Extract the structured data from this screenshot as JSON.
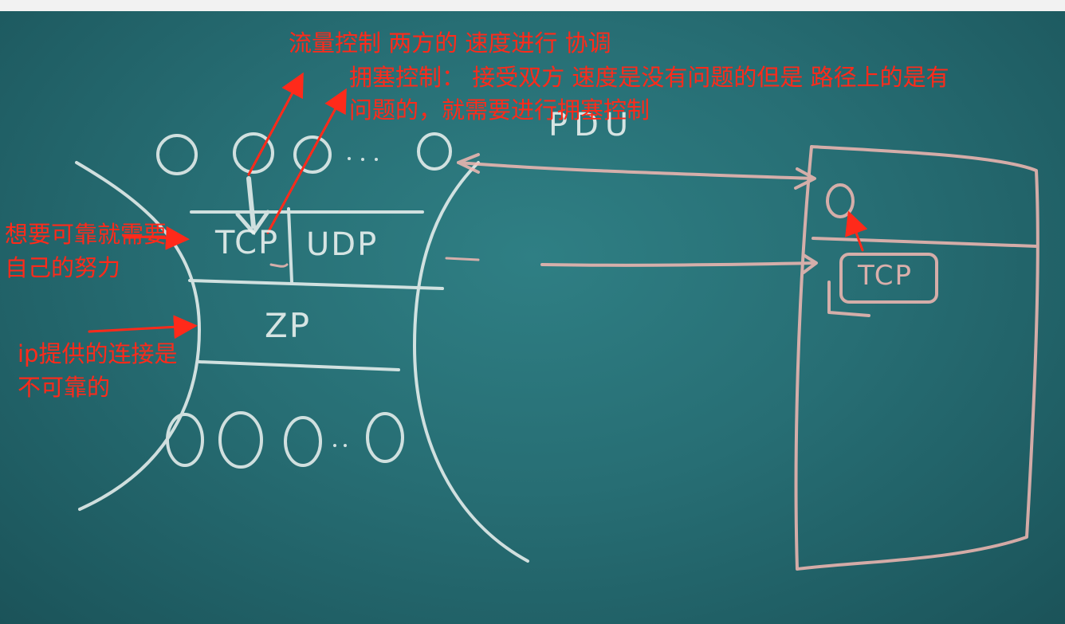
{
  "diagram": {
    "chalk_labels": {
      "tcp": "TCP",
      "udp": "UDP",
      "ip": "ZP",
      "pdu": "PDU",
      "remote_tcp": "TCP",
      "top_circles": "O O O ··· O",
      "bottom_circles": "O O O ·· O"
    },
    "annotations": {
      "flow_control": "流量控制  两方的 速度进行 协调",
      "congestion_line1": "拥塞控制：  接受双方 速度是没有问题的但是 路径上的是有",
      "congestion_line2": "问题的，就需要进行拥塞控制",
      "reliable_line1": "想要可靠就需要",
      "reliable_line2": "自己的努力",
      "ip_line1": "ip提供的连接是",
      "ip_line2": "不可靠的"
    },
    "colors": {
      "board": "#276e74",
      "chalk_white": "#eef4f2",
      "chalk_pink": "#f3b9b3",
      "annotation_red": "#ff2a1a"
    }
  }
}
